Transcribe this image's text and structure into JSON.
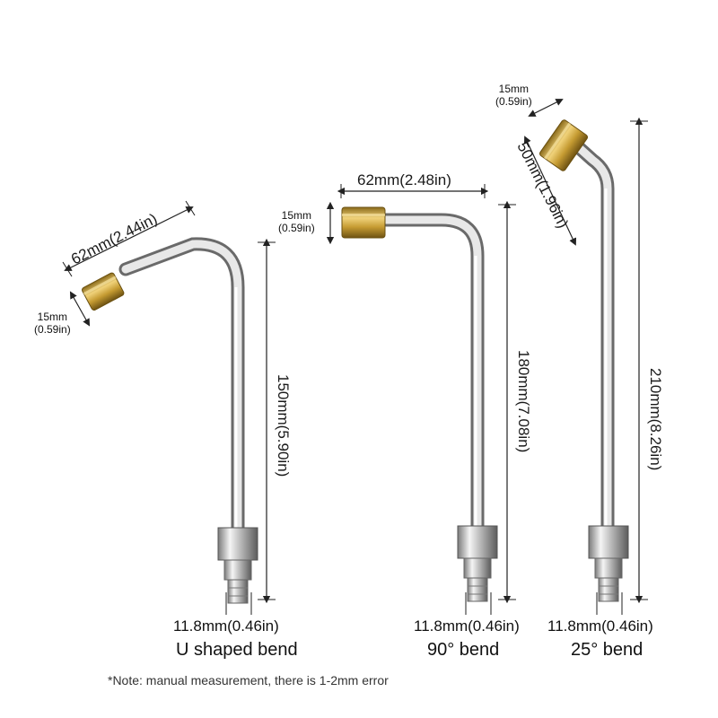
{
  "nozzles": [
    {
      "name": "U shaped bend",
      "length": "150mm(5.90in)",
      "reach": "62mm(2.44in)",
      "tip": "15mm",
      "tip_in": "(0.59in)",
      "connector": "11.8mm(0.46in)"
    },
    {
      "name": "90° bend",
      "length": "180mm(7.08in)",
      "reach": "62mm(2.48in)",
      "tip": "15mm",
      "tip_in": "(0.59in)",
      "connector": "11.8mm(0.46in)"
    },
    {
      "name": "25° bend",
      "length": "210mm(8.26in)",
      "reach": "50mm(1.96in)",
      "tip": "15mm",
      "tip_in": "(0.59in)",
      "connector": "11.8mm(0.46in)"
    }
  ],
  "note": "*Note: manual measurement, there is 1-2mm error",
  "colors": {
    "steel": "#c8c8c8",
    "brass": "#c9a43a",
    "line": "#222222"
  }
}
